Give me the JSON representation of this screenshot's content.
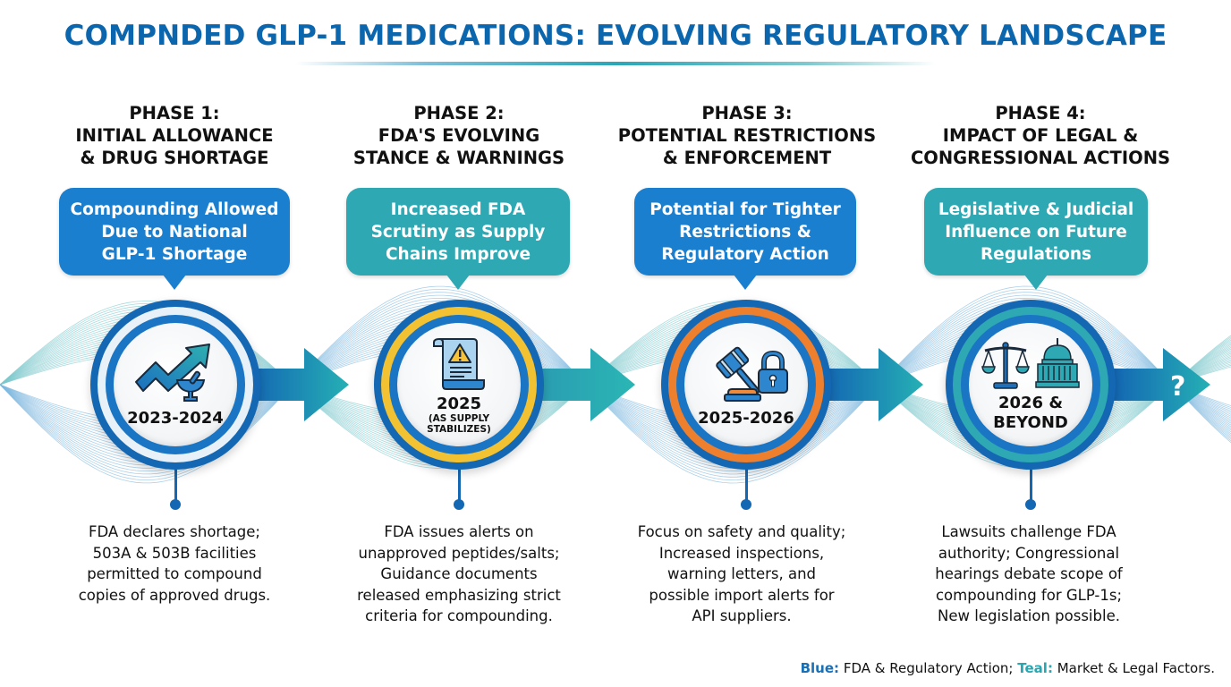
{
  "title": "COMPNDED GLP-1 MEDICATIONS: EVOLVING REGULATORY LANDSCAPE",
  "colors": {
    "title": "#0c66ad",
    "blue": "#1b7fcf",
    "teal": "#2ea8b3",
    "ring_dark_blue": "#1467b3",
    "ring_gold": "#f2c232",
    "ring_orange": "#ee7f2d",
    "ring_teal": "#2ea8b3"
  },
  "phases": [
    {
      "heading": [
        "PHASE 1:",
        "INITIAL ALLOWANCE",
        "& DRUG SHORTAGE"
      ],
      "bubble": [
        "Compounding Allowed",
        "Due to National",
        "GLP-1 Shortage"
      ],
      "bubble_color": "blue",
      "icons": [
        "trend-up-arrow-icon",
        "mortar-pestle-icon"
      ],
      "date": "2023-2024",
      "date_sub": [],
      "ring_accent": "ring_dark_blue",
      "description": [
        "FDA declares shortage;",
        "503A & 503B facilities",
        "permitted to compound",
        "copies of approved drugs."
      ]
    },
    {
      "heading": [
        "PHASE 2:",
        "FDA'S EVOLVING",
        "STANCE & WARNINGS"
      ],
      "bubble": [
        "Increased FDA",
        "Scrutiny as Supply",
        "Chains Improve"
      ],
      "bubble_color": "teal",
      "icons": [
        "warning-document-icon"
      ],
      "date": "2025",
      "date_sub": [
        "(AS SUPPLY",
        "STABILIZES)"
      ],
      "ring_accent": "ring_gold",
      "description": [
        "FDA issues alerts on",
        "unapproved peptides/salts;",
        "Guidance documents",
        "released emphasizing strict",
        "criteria for compounding."
      ]
    },
    {
      "heading": [
        "PHASE 3:",
        "POTENTIAL RESTRICTIONS",
        "& ENFORCEMENT"
      ],
      "bubble": [
        "Potential for Tighter",
        "Restrictions &",
        "Regulatory Action"
      ],
      "bubble_color": "blue",
      "icons": [
        "gavel-icon",
        "padlock-icon"
      ],
      "date": "2025-2026",
      "date_sub": [],
      "ring_accent": "ring_orange",
      "description": [
        "Focus on safety and quality;",
        "Increased inspections,",
        "warning letters, and",
        "possible import alerts for",
        "API suppliers."
      ]
    },
    {
      "heading": [
        "PHASE 4:",
        "IMPACT OF LEGAL &",
        "CONGRESSIONAL ACTIONS"
      ],
      "bubble": [
        "Legislative & Judicial",
        "Influence on Future",
        "Regulations"
      ],
      "bubble_color": "teal",
      "icons": [
        "scales-of-justice-icon",
        "capitol-building-icon"
      ],
      "date": "2026 &",
      "date_sub": [
        "BEYOND"
      ],
      "ring_accent": "ring_teal",
      "description": [
        "Lawsuits challenge FDA",
        "authority; Congressional",
        "hearings debate scope of",
        "compounding for GLP-1s;",
        "New legislation possible."
      ]
    }
  ],
  "final_arrow_symbol": "?",
  "legend": {
    "blue_label": "Blue:",
    "blue_text": " FDA & Regulatory Action; ",
    "teal_label": "Teal:",
    "teal_text": " Market & Legal Factors."
  }
}
